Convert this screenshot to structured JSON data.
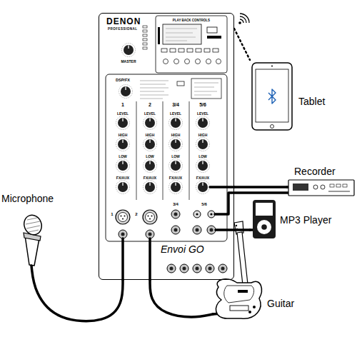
{
  "diagram": {
    "nodes": [
      {
        "text": [
          "DENON",
          "PROFESSIONAL",
          "Envoi GO"
        ]
      },
      {
        "text": [
          "Tablet"
        ]
      },
      {
        "text": [
          "Recorder"
        ]
      },
      {
        "text": [
          "Microphone"
        ]
      },
      {
        "text": [
          "MP3 Player"
        ]
      },
      {
        "text": [
          "Guitar"
        ]
      }
    ],
    "edges": [
      {
        "from": 0,
        "to": 1,
        "arrow": "none"
      },
      {
        "from": 0,
        "to": 2,
        "arrow": "none"
      },
      {
        "from": 3,
        "to": 0,
        "arrow": "none"
      },
      {
        "from": 4,
        "to": 0,
        "arrow": "none"
      },
      {
        "from": 5,
        "to": 0,
        "arrow": "none"
      }
    ],
    "labels": [
      "PLAY BACK CONTROLS",
      "MASTER",
      "DSP/FX",
      "1",
      "2",
      "3/4",
      "5/6",
      "LEVEL",
      "LEVEL",
      "LEVEL",
      "LEVEL",
      "HIGH",
      "HIGH",
      "HIGH",
      "HIGH",
      "LOW",
      "LOW",
      "LOW",
      "LOW",
      "FX/AUX",
      "FX/AUX",
      "FX/AUX",
      "FX/AUX",
      "1",
      "2",
      "3/4",
      "5/6"
    ]
  }
}
